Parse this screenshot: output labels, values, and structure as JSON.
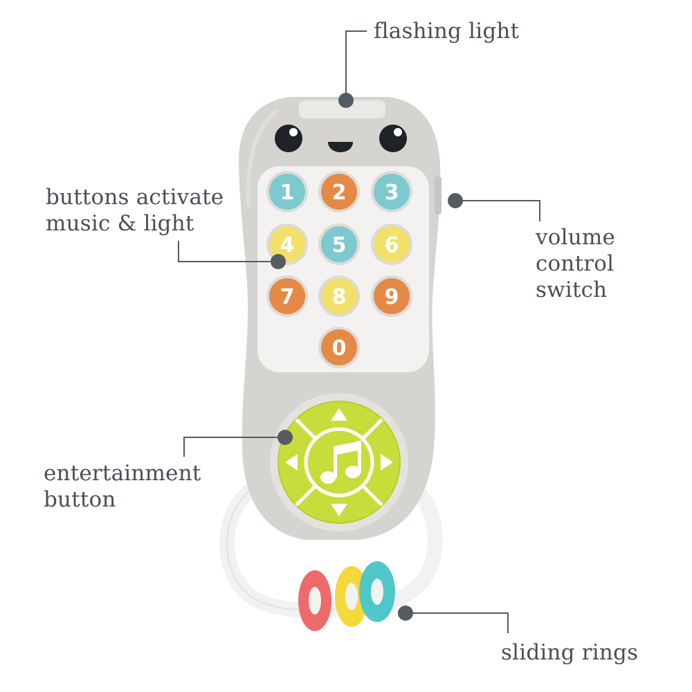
{
  "callouts": {
    "flashing_light": "flashing light",
    "buttons": [
      "buttons activate",
      "music & light"
    ],
    "volume": [
      "volume",
      "control",
      "switch"
    ],
    "entertainment": [
      "entertainment",
      "button"
    ],
    "rings": "sliding rings"
  },
  "keypad": {
    "keys": [
      {
        "label": "1",
        "color": "#7cc9cf"
      },
      {
        "label": "2",
        "color": "#e58a46"
      },
      {
        "label": "3",
        "color": "#7cc9cf"
      },
      {
        "label": "4",
        "color": "#f3e06a"
      },
      {
        "label": "5",
        "color": "#7cc9cf"
      },
      {
        "label": "6",
        "color": "#f3e06a"
      },
      {
        "label": "7",
        "color": "#e58a46"
      },
      {
        "label": "8",
        "color": "#f3e06a"
      },
      {
        "label": "9",
        "color": "#e58a46"
      },
      {
        "label": "0",
        "color": "#e58a46"
      }
    ]
  },
  "colors": {
    "body": "#d6d4d0",
    "keypad_panel": "#f4f2f0",
    "entertainment": "#c7dd3b",
    "callout_line": "#555b61",
    "ring_red": "#ef6a6a",
    "ring_yellow": "#f5d83b",
    "ring_teal": "#4fc7c9"
  },
  "icons": {
    "face": "smiley-face-icon",
    "music": "music-note-icon",
    "arrows": [
      "arrow-up-icon",
      "arrow-down-icon",
      "arrow-left-icon",
      "arrow-right-icon"
    ]
  }
}
